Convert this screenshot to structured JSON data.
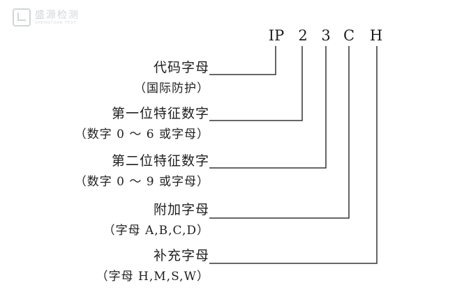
{
  "watermark": {
    "name_cn": "盛源检测",
    "name_en": "SHENGYUAN TEST"
  },
  "code": {
    "chars": [
      "IP",
      "2",
      "3",
      "C",
      "H"
    ]
  },
  "labels": [
    {
      "title": "代码字母",
      "note": "（国际防护）"
    },
    {
      "title": "第一位特征数字",
      "note": "（数字 0 ～ 6 或字母）"
    },
    {
      "title": "第二位特征数字",
      "note": "（数字 0 ～ 9 或字母）"
    },
    {
      "title": "附加字母",
      "note": "（字母 A,B,C,D）"
    },
    {
      "title": "补充字母",
      "note": "（字母 H,M,S,W）"
    }
  ]
}
